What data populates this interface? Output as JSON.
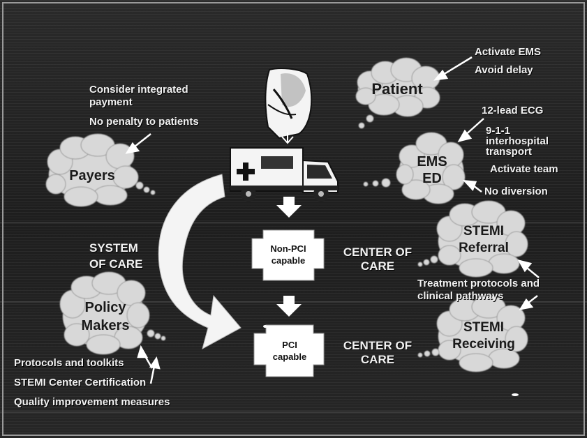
{
  "actors": {
    "patient": "Patient",
    "ems_ed_line1": "EMS",
    "ems_ed_line2": "ED",
    "payers": "Payers",
    "policy_line1": "Policy",
    "policy_line2": "Makers",
    "stemi_referral_line1": "STEMI",
    "stemi_referral_line2": "Referral",
    "stemi_receiving_line1": "STEMI",
    "stemi_receiving_line2": "Receiving"
  },
  "notes": {
    "patient_1": "Activate EMS",
    "patient_2": "Avoid delay",
    "ems_1": "12-lead ECG",
    "ems_2": "9-1-1",
    "ems_3": "interhospital",
    "ems_4": "transport",
    "ems_5": "Activate team",
    "ems_6": "No diversion",
    "payers_1": "Consider integrated",
    "payers_2": "payment",
    "payers_3": "No penalty to patients",
    "stemi_1": "Treatment protocols and",
    "stemi_2": "clinical pathways",
    "policy_1": "Protocols and toolkits",
    "policy_2": "STEMI Center Certification",
    "policy_3": "Quality improvement measures"
  },
  "system_of_care": {
    "line1": "SYSTEM",
    "line2": "OF CARE"
  },
  "centers": {
    "nonpci_line1": "Non-PCI",
    "nonpci_line2": "capable",
    "pci_line1": "PCI",
    "pci_line2": "capable",
    "center_of_line": "CENTER OF",
    "care_line": "CARE"
  },
  "colors": {
    "background": "#242424",
    "cloud": "#d6d6d6",
    "text": "#f2f2f2",
    "box": "#ffffff"
  },
  "icons": {
    "figure": "patient-figure",
    "vehicle": "ambulance-icon"
  }
}
